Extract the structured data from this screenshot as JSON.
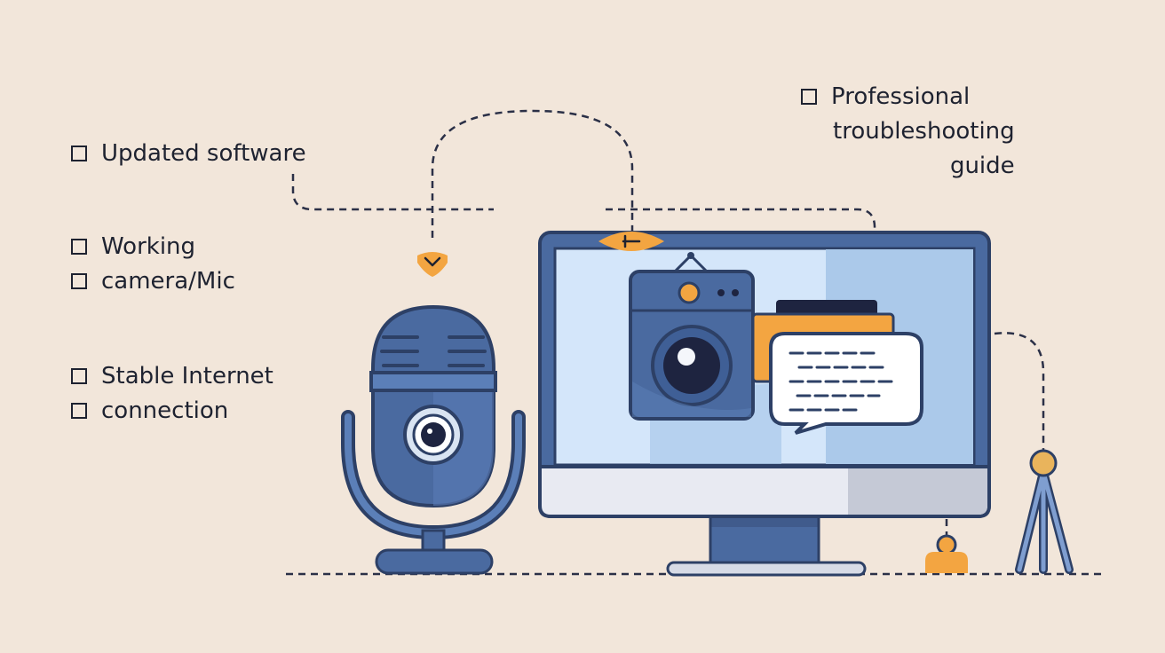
{
  "checklist": {
    "software": "Updated software",
    "working": "Working",
    "camera_mic": "camera/Mic",
    "stable": "Stable Internet",
    "connection": "connection"
  },
  "title": {
    "line1": "Professional",
    "line2": "troubleshooting",
    "line3": "guide"
  },
  "colors": {
    "background": "#f2e6da",
    "blue": "#4a6aa0",
    "dark_blue": "#2d4066",
    "light_blue": "#c7dcf3",
    "orange": "#f3a541",
    "ink": "#1e2230"
  },
  "icons": [
    "microphone-icon",
    "monitor-icon",
    "webcam-icon",
    "chat-bubble-icon",
    "tripod-icon",
    "padlock-icon",
    "chevron-down-icon",
    "arrow-down-icon"
  ]
}
